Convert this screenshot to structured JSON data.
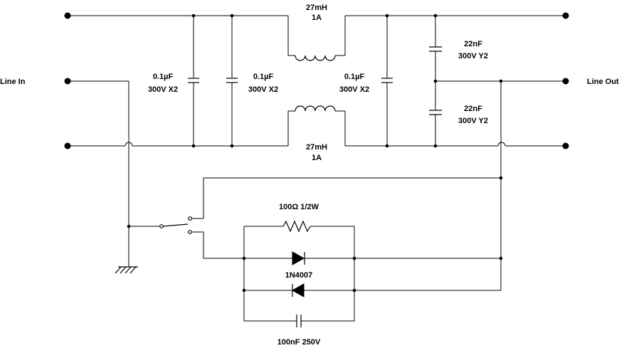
{
  "ports": {
    "line_in": "Line In",
    "line_out": "Line Out"
  },
  "inductors": {
    "top": {
      "value": "27mH",
      "rating": "1A"
    },
    "bottom": {
      "value": "27mH",
      "rating": "1A"
    }
  },
  "x_capacitors": [
    {
      "value": "0.1µF",
      "rating": "300V X2"
    },
    {
      "value": "0.1µF",
      "rating": "300V X2"
    },
    {
      "value": "0.1µF",
      "rating": "300V X2"
    }
  ],
  "y_capacitors": [
    {
      "value": "22nF",
      "rating": "300V Y2"
    },
    {
      "value": "22nF",
      "rating": "300V Y2"
    }
  ],
  "resistor": {
    "label": "100Ω 1/2W"
  },
  "diodes": {
    "label": "1N4007"
  },
  "snubber_capacitor": {
    "label": "100nF 250V"
  }
}
